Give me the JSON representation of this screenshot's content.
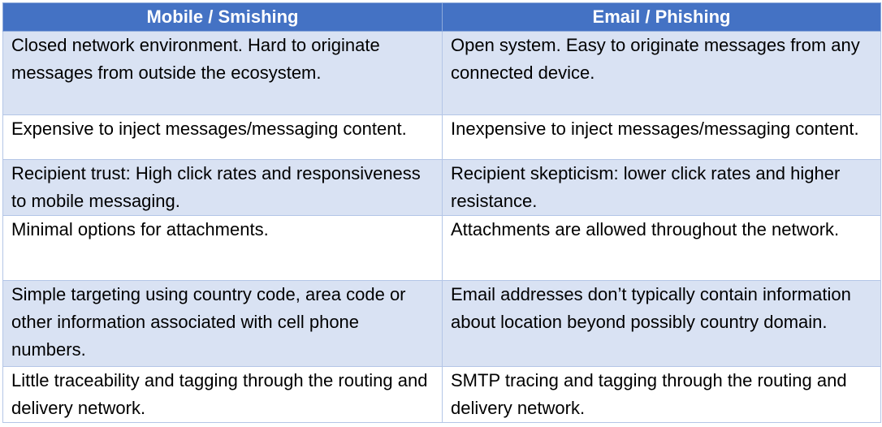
{
  "table": {
    "headers": [
      "Mobile / Smishing",
      "Email / Phishing"
    ],
    "rows": [
      [
        "Closed network environment. Hard to originate messages from outside the ecosystem.",
        "Open system. Easy to originate messages from any connected device."
      ],
      [
        "Expensive to inject messages/messaging content.",
        "Inexpensive to inject messages/messaging content."
      ],
      [
        "Recipient trust: High click rates and responsiveness to mobile messaging.",
        "Recipient skepticism: lower click rates and higher resistance."
      ],
      [
        "Minimal options for attachments.",
        "Attachments are allowed throughout the network."
      ],
      [
        "Simple targeting using country code, area code or other information associated with cell phone numbers.",
        "Email addresses don’t typically contain information about location beyond possibly country domain."
      ],
      [
        "Little traceability and tagging through the routing and delivery network.",
        "SMTP tracing and tagging through the routing and delivery network."
      ]
    ]
  },
  "colors": {
    "header": "#4472C4",
    "band": "#D9E2F3",
    "border": "#B4C6E7"
  }
}
